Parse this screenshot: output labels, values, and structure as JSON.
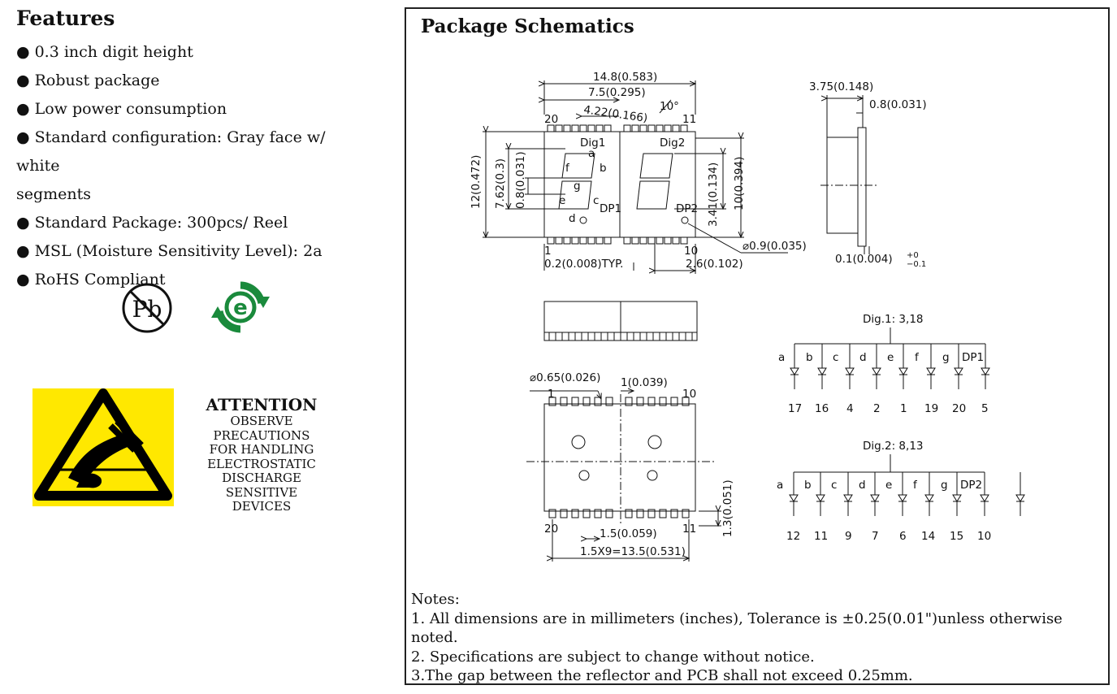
{
  "features": {
    "title": "Features",
    "bullet": "●",
    "items": [
      "0.3 inch digit height",
      "Robust package",
      "Low power consumption",
      "Standard configuration: Gray face w/ white",
      "segments",
      "Standard Package: 300pcs/ Reel",
      "MSL (Moisture Sensitivity Level): 2a",
      "RoHS Compliant"
    ]
  },
  "logos": {
    "lead_free": "Pb",
    "rohs_symbol": "e",
    "esd_icon": "esd-warning-icon"
  },
  "attention": {
    "title": "ATTENTION",
    "lines": [
      "OBSERVE PRECAUTIONS",
      "FOR HANDLING",
      "ELECTROSTATIC",
      "DISCHARGE",
      "SENSITIVE",
      "DEVICES"
    ]
  },
  "colors": {
    "esd_yellow": "#ffe800",
    "rohs_green": "#1a8a3c"
  },
  "schematic": {
    "title": "Package Schematics",
    "front": {
      "width": "14.8(0.583)",
      "half": "7.5(0.295)",
      "seg_offset": "4.22(0.166)",
      "slant": "10°",
      "pin_tl": "20",
      "pin_tr": "11",
      "pin_bl": "1",
      "pin_br": "10",
      "height": "12(0.472)",
      "digit_height": "7.62(0.3)",
      "seg_width": "0.8(0.031)",
      "half_height": "3.41(0.134)",
      "body_height": "10(0.394)",
      "dig1": "Dig1",
      "dig2": "Dig2",
      "seg_a": "a",
      "seg_b": "b",
      "seg_c": "c",
      "seg_d": "d",
      "seg_e": "e",
      "seg_f": "f",
      "seg_g": "g",
      "dp1": "DP1",
      "dp2": "DP2",
      "dp_dia": "⌀0.9(0.035)",
      "lead_typ": "0.2(0.008)TYP.",
      "lead_offset": "2.6(0.102)"
    },
    "side": {
      "depth": "3.75(0.148)",
      "thickness": "0.8(0.031)",
      "tol": "0.1(0.004)",
      "tol_plus": "+0",
      "tol_minus": "−0.1"
    },
    "bottom": {
      "hole_dia": "⌀0.65(0.026)",
      "pitch": "1(0.039)",
      "pin_tl": "1",
      "pin_tr": "10",
      "pin_bl": "20",
      "pin_br": "11",
      "pad_pitch": "1.5(0.059)",
      "span": "1.5X9=13.5(0.531)",
      "pad_height": "1.3(0.051)"
    },
    "circuit1": {
      "label": "Dig.1:  3,18",
      "segments": [
        "a",
        "b",
        "c",
        "d",
        "e",
        "f",
        "g",
        "DP1"
      ],
      "pins": [
        "17",
        "16",
        "4",
        "2",
        "1",
        "19",
        "20",
        "5"
      ]
    },
    "circuit2": {
      "label": "Dig.2:  8,13",
      "segments": [
        "a",
        "b",
        "c",
        "d",
        "e",
        "f",
        "g",
        "DP2"
      ],
      "pins": [
        "12",
        "11",
        "9",
        "7",
        "6",
        "14",
        "15",
        "10"
      ]
    }
  },
  "notes": {
    "title": "Notes:",
    "items": [
      "1. All dimensions are in millimeters (inches), Tolerance is ±0.25(0.01\")unless otherwise noted.",
      "2. Specifications are subject to change without notice.",
      "3.The gap between the reflector and PCB shall not exceed 0.25mm."
    ]
  }
}
